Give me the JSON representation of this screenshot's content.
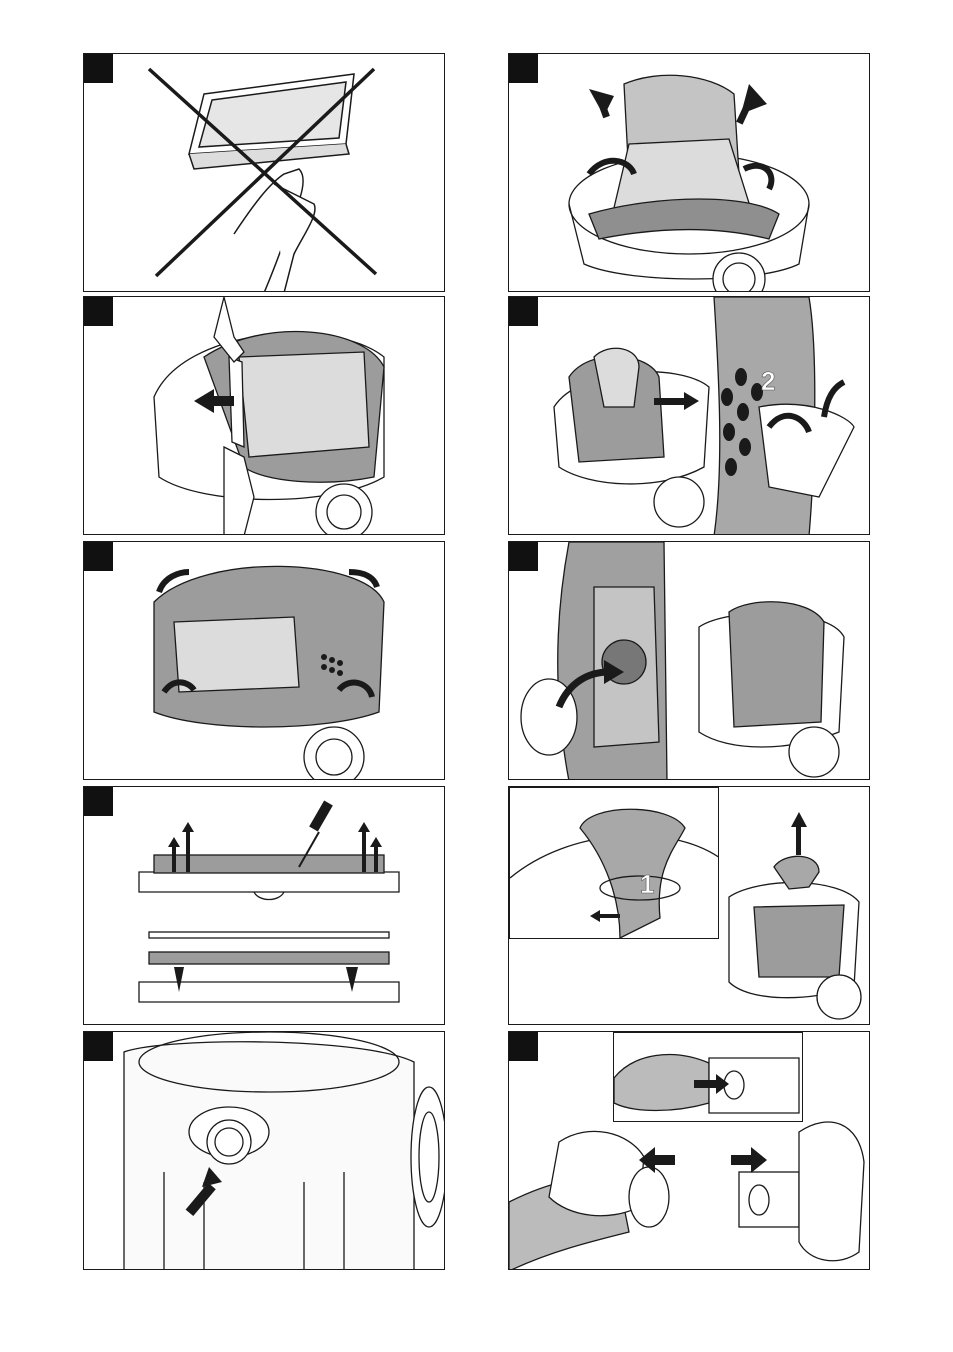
{
  "page": {
    "panels": [
      {
        "id": "p1",
        "badge": "",
        "subject": "filter-not-to-remove"
      },
      {
        "id": "p2",
        "badge": "",
        "subject": "lift-filter-bag"
      },
      {
        "id": "p3",
        "badge": "",
        "subject": "pull-bag-from-inlet"
      },
      {
        "id": "p4",
        "badge": "",
        "subject": "detach-bag-step-2"
      },
      {
        "id": "p5",
        "badge": "",
        "subject": "fit-new-bag"
      },
      {
        "id": "p6",
        "badge": "",
        "subject": "close-bag-opening"
      },
      {
        "id": "p7",
        "badge": "",
        "subject": "replace-nozzle-strips"
      },
      {
        "id": "p8",
        "badge": "",
        "subject": "close-bag-tie-step-1"
      },
      {
        "id": "p9",
        "badge": "",
        "subject": "press-drain-button"
      },
      {
        "id": "p10",
        "badge": "",
        "subject": "connect-hose-adapter"
      }
    ],
    "step_labels": {
      "step_one": "1",
      "step_two": "2"
    }
  },
  "colors": {
    "line": "#1a1a1a",
    "bag": "#9c9c9c",
    "bag_light": "#cfcfcf",
    "badge": "#111111"
  },
  "icons": [
    "cross-mark-icon",
    "arrow-icon",
    "screwdriver-icon",
    "hand-icon"
  ]
}
